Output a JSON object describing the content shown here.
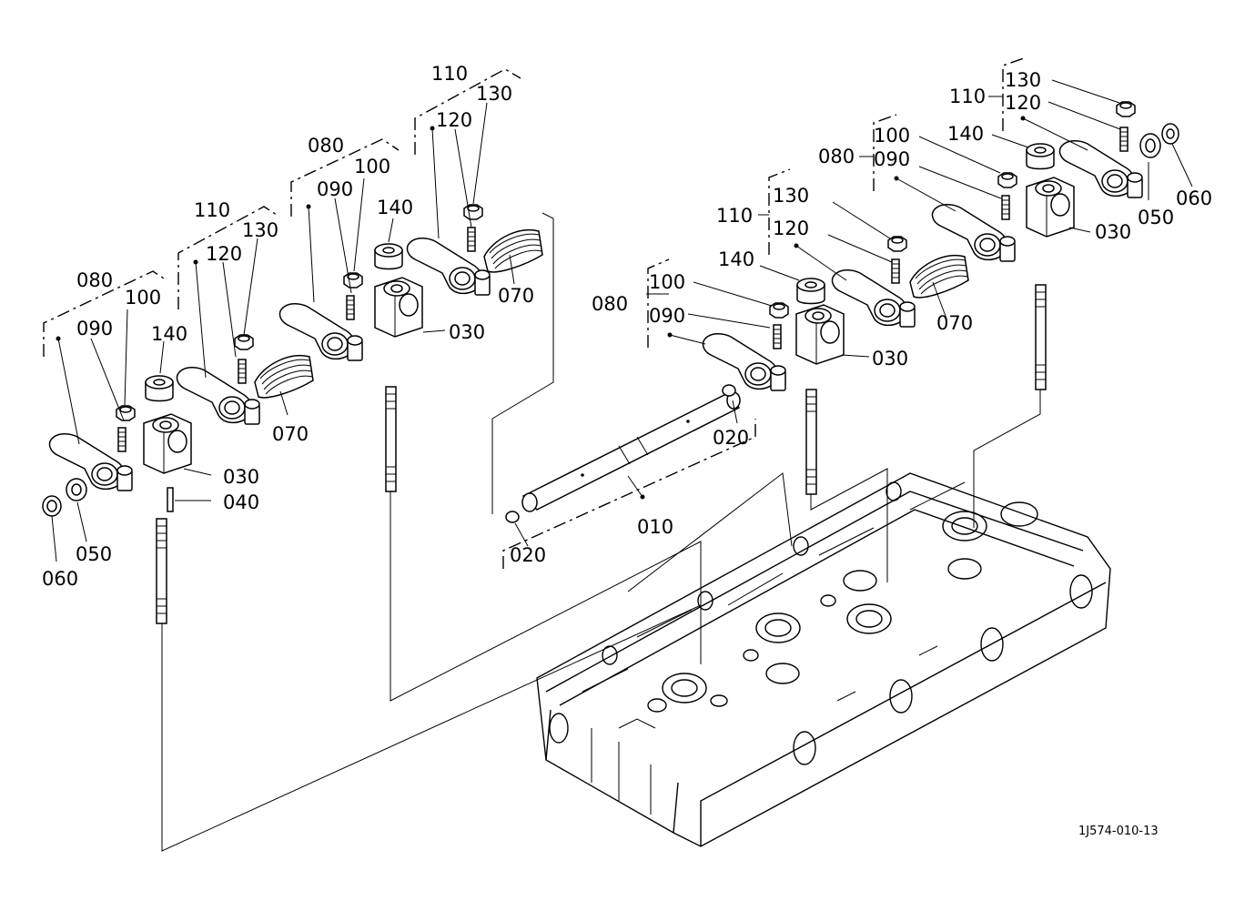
{
  "diagram": {
    "reference_code": "1J574-010-13",
    "callouts": [
      {
        "id": "c-080-a",
        "text": "080"
      },
      {
        "id": "c-100-a",
        "text": "100"
      },
      {
        "id": "c-090-a",
        "text": "090"
      },
      {
        "id": "c-140-a",
        "text": "140"
      },
      {
        "id": "c-030-a",
        "text": "030"
      },
      {
        "id": "c-040",
        "text": "040"
      },
      {
        "id": "c-050-a",
        "text": "050"
      },
      {
        "id": "c-060-a",
        "text": "060"
      },
      {
        "id": "c-110-a",
        "text": "110"
      },
      {
        "id": "c-120-a",
        "text": "120"
      },
      {
        "id": "c-130-a",
        "text": "130"
      },
      {
        "id": "c-070-a",
        "text": "070"
      },
      {
        "id": "c-080-b",
        "text": "080"
      },
      {
        "id": "c-090-b",
        "text": "090"
      },
      {
        "id": "c-100-b",
        "text": "100"
      },
      {
        "id": "c-140-b",
        "text": "140"
      },
      {
        "id": "c-070-b",
        "text": "070"
      },
      {
        "id": "c-030-b",
        "text": "030"
      },
      {
        "id": "c-110-b",
        "text": "110"
      },
      {
        "id": "c-120-b",
        "text": "120"
      },
      {
        "id": "c-130-b",
        "text": "130"
      },
      {
        "id": "c-020-a",
        "text": "020"
      },
      {
        "id": "c-010",
        "text": "010"
      },
      {
        "id": "c-020-b",
        "text": "020"
      },
      {
        "id": "c-080-c",
        "text": "080"
      },
      {
        "id": "c-100-c",
        "text": "100"
      },
      {
        "id": "c-090-c",
        "text": "090"
      },
      {
        "id": "c-140-c",
        "text": "140"
      },
      {
        "id": "c-030-c",
        "text": "030"
      },
      {
        "id": "c-110-c",
        "text": "110"
      },
      {
        "id": "c-130-c",
        "text": "130"
      },
      {
        "id": "c-120-c",
        "text": "120"
      },
      {
        "id": "c-070-c",
        "text": "070"
      },
      {
        "id": "c-080-d",
        "text": "080"
      },
      {
        "id": "c-100-d",
        "text": "100"
      },
      {
        "id": "c-090-d",
        "text": "090"
      },
      {
        "id": "c-140-d",
        "text": "140"
      },
      {
        "id": "c-110-d",
        "text": "110"
      },
      {
        "id": "c-130-d",
        "text": "130"
      },
      {
        "id": "c-120-d",
        "text": "120"
      },
      {
        "id": "c-030-d",
        "text": "030"
      },
      {
        "id": "c-050-b",
        "text": "050"
      },
      {
        "id": "c-060-b",
        "text": "060"
      }
    ]
  }
}
